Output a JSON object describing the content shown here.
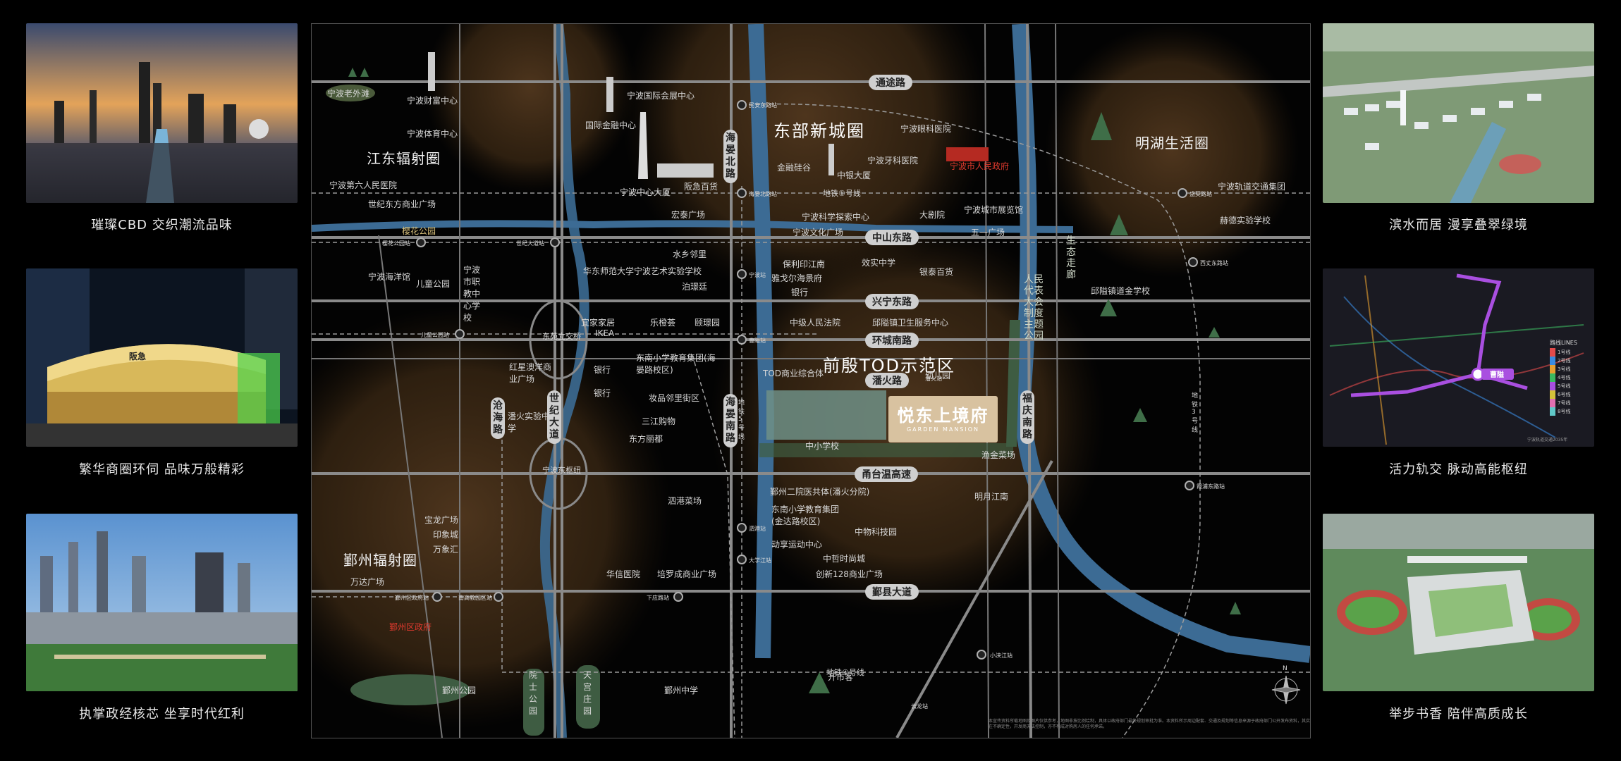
{
  "left_panels": [
    {
      "caption": "璀璨CBD  交织潮流品味"
    },
    {
      "caption": "繁华商圈环伺  品味万般精彩",
      "sign": "阪急"
    },
    {
      "caption": "执掌政经核芯  坐享时代红利"
    }
  ],
  "right_panels": [
    {
      "caption": "滨水而居  漫享叠翠绿境"
    },
    {
      "caption": "活力轨交  脉动高能枢纽",
      "metro_legend_title": "路线LINES",
      "metro_legend": [
        "1号线",
        "2号线",
        "3号线",
        "4号线",
        "5号线",
        "6号线",
        "7号线",
        "8号线"
      ],
      "metro_station": "曹隘",
      "metro_note": "宁波轨道交通2035年"
    },
    {
      "caption": "举步书香  陪伴高质成长"
    }
  ],
  "map": {
    "districts": [
      {
        "name": "东部新城圈",
        "size": "xl"
      },
      {
        "name": "江东辐射圈",
        "size": "big"
      },
      {
        "name": "明湖生活圈",
        "size": "big"
      },
      {
        "name": "前殷TOD示范区",
        "size": "xl"
      },
      {
        "name": "鄞州辐射圈",
        "size": "big"
      }
    ],
    "roads_h": [
      "通途路",
      "中山东路",
      "兴宁东路",
      "环城南路",
      "潘火路",
      "甬台温高速",
      "鄞县大道"
    ],
    "roads_v": [
      "海晏北路",
      "海晏南路",
      "世纪大道",
      "沧海路",
      "福庆南路",
      "生态走廊",
      "人民代表大会制度主题公园"
    ],
    "labels": {
      "lbl1": "宁波老外滩",
      "lbl2": "宁波财富中心",
      "lbl3": "宁波体育中心",
      "lbl4": "宁波国际会展中心",
      "lbl5": "国际金融中心",
      "lbl6": "宁波中心大厦",
      "lbl7": "阪急百货",
      "lbl8": "宁波眼科医院",
      "lbl9": "金融硅谷",
      "lbl10": "宁波牙科医院",
      "lbl11": "中银大厦",
      "lbl12": "宁波市人民政府",
      "lbl13": "宁波第六人民医院",
      "lbl14": "世纪东方商业广场",
      "lbl15": "宏泰广场",
      "lbl16": "宁波科学探索中心",
      "lbl17": "大剧院",
      "lbl18": "宁波城市展览馆",
      "lbl19": "宁波文化广场",
      "lbl20": "五一广场",
      "lbl21": "宁波轨道交通集团",
      "lbl22": "赫德实验学校",
      "lbl23": "樱花公园",
      "lbl24": "水乡邻里",
      "lbl25": "华东师范大学宁波艺术实验学校",
      "lbl26": "泊璟廷",
      "lbl27": "保利印江南",
      "lbl28": "效实中学",
      "lbl29": "雅戈尔海景府",
      "lbl30": "银泰百货",
      "lbl31": "银行",
      "lbl32": "宁波海洋馆",
      "lbl33": "儿童公园",
      "lbl34": "宁波市职教中心学校",
      "lbl35": "邱隘镇道金学校",
      "lbl36": "宜家家居",
      "lbl37": "IKEA",
      "lbl38": "乐橙荟",
      "lbl39": "颐璟园",
      "lbl40": "中级人民法院",
      "lbl41": "邱隘镇卫生服务中心",
      "lbl42": "东南小学教育集团(海晏路校区)",
      "lbl43": "红星澳洋商业广场",
      "lbl44": "银行",
      "lbl45": "TOD商业综合体",
      "lbl46": "幼儿园",
      "lbl47": "银行",
      "lbl48": "妆品邻里街区",
      "lbl49": "潘火实验中学",
      "lbl50": "三江购物",
      "lbl51": "东方丽都",
      "lbl52": "中小学校",
      "lbl53": "渔金菜场",
      "lbl54": "鄞州二院医共体(潘火分院)",
      "lbl55": "明月江南",
      "lbl56": "泗港菜场",
      "lbl57": "东南小学教育集团(金达路校区)",
      "lbl58": "中物科技园",
      "lbl59": "宝龙广场",
      "lbl60": "印象城",
      "lbl61": "万象汇",
      "lbl62": "动享运动中心",
      "lbl63": "中哲时尚城",
      "lbl64": "华信医院",
      "lbl65": "培罗成商业广场",
      "lbl66": "创新128商业广场",
      "lbl67": "万达广场",
      "lbl68": "鄞州区政府",
      "lbl69": "鄞州公园",
      "lbl70": "院士公园",
      "lbl71": "天宫庄园",
      "lbl72": "鄞州中学",
      "lbl73": "开市客",
      "lbl74": "东苑立交桥",
      "lbl75": "宁波东枢纽",
      "lbl76": "地铁①号线",
      "lbl77": "地铁④号线",
      "lbl78": "地铁5号线",
      "lbl79": "地铁3号线"
    },
    "stations": {
      "s1": "民安东路站",
      "s2": "海晏北路站",
      "s3": "盛莫路站",
      "s4": "樱花公园站",
      "s5": "世纪大道站",
      "s6": "宁波站",
      "s7": "西丈东路站",
      "s8": "曹隘站",
      "s9": "儿童公园站",
      "s10": "鄞州区政府站",
      "s11": "南高教园区站",
      "s12": "下应路站",
      "s13": "大学江站",
      "s14": "泗港站",
      "s15": "霞浦东路站",
      "s16": "小浃江站",
      "s17": "云龙站",
      "s18": "潘火站"
    },
    "brand_name": "悦东上境府",
    "brand_sub": "GARDEN MANSION",
    "compass": "N",
    "disclaimer": "本宣传资料所载地图及图片仅供参考，地图非按比例绘制，具体以政府部门最终规划审批为准。本资料所示周边配套、交通及规划等信息来源于政府部门公开发布资料，其实施存在不确定性，开发商无法控制，亦不构成对购房人的任何承诺。"
  },
  "colors": {
    "river": "#3c6b94",
    "road": "#8a8a8a",
    "halo": "#6a4a2a",
    "tod_green": "#4d6b50"
  }
}
